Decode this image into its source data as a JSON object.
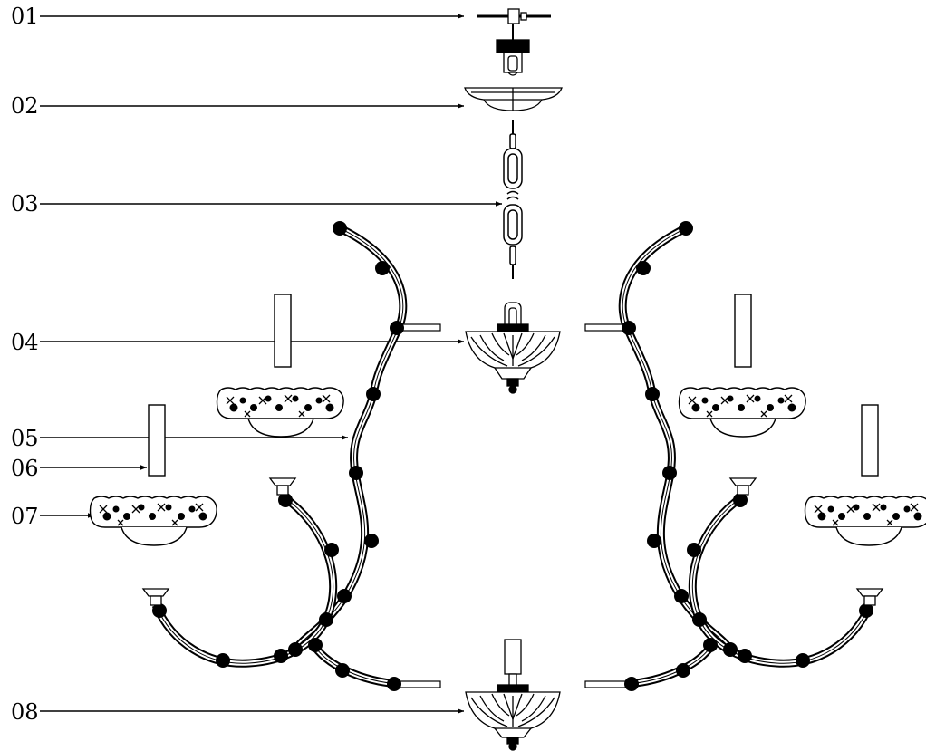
{
  "diagram": {
    "labels": [
      "01",
      "02",
      "03",
      "04",
      "05",
      "06",
      "07",
      "08"
    ]
  },
  "colors": {
    "ink": "#000000",
    "background": "#ffffff"
  }
}
